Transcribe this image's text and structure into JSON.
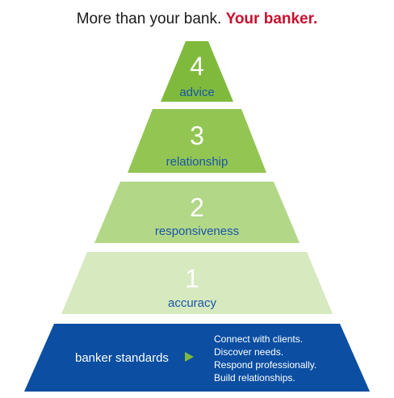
{
  "headline": {
    "lead": "More than your bank.",
    "accent": "Your banker.",
    "accent_color": "#c8102e"
  },
  "pyramid": {
    "tiers": [
      {
        "number": "4",
        "label": "advice",
        "fill": "#7fba3d"
      },
      {
        "number": "3",
        "label": "relationship",
        "fill": "#93c553"
      },
      {
        "number": "2",
        "label": "responsiveness",
        "fill": "#b2d787"
      },
      {
        "number": "1",
        "label": "accuracy",
        "fill": "#d6e9bf"
      }
    ],
    "base": {
      "label": "banker standards",
      "fill": "#0b4ea2",
      "arrow_color": "#7fba3d",
      "items": [
        "Connect with clients.",
        "Discover needs.",
        "Respond professionally.",
        "Build relationships."
      ]
    },
    "number_color": "#ffffff",
    "label_color": "#1b56a6"
  }
}
